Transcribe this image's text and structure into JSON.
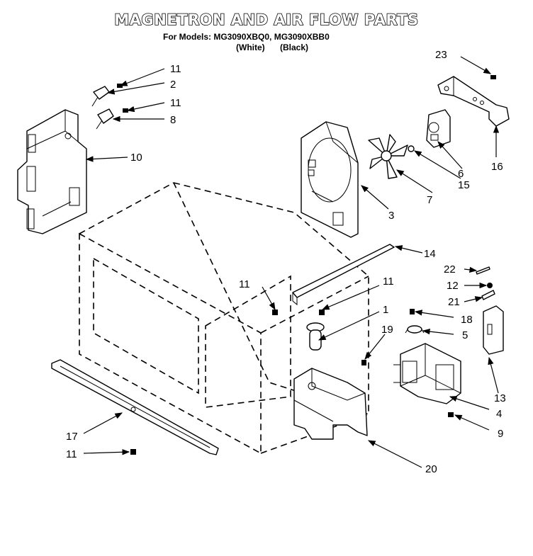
{
  "title": "MAGNETRON AND AIR FLOW PARTS",
  "subtitle": {
    "prefix": "For Models:",
    "models": "MG3090XBQ0, MG3090XBB0",
    "white": "(White)",
    "black": "(Black)"
  },
  "callouts": {
    "c1": "1",
    "c2": "2",
    "c3": "3",
    "c4": "4",
    "c5": "5",
    "c6": "6",
    "c7": "7",
    "c8": "8",
    "c9": "9",
    "c10": "10",
    "c11a": "11",
    "c11b": "11",
    "c11c": "11",
    "c11d": "11",
    "c11e": "11",
    "c12": "12",
    "c13": "13",
    "c14": "14",
    "c15": "15",
    "c16": "16",
    "c17": "17",
    "c18": "18",
    "c19": "19",
    "c20": "20",
    "c21": "21",
    "c22": "22",
    "c23": "23"
  }
}
